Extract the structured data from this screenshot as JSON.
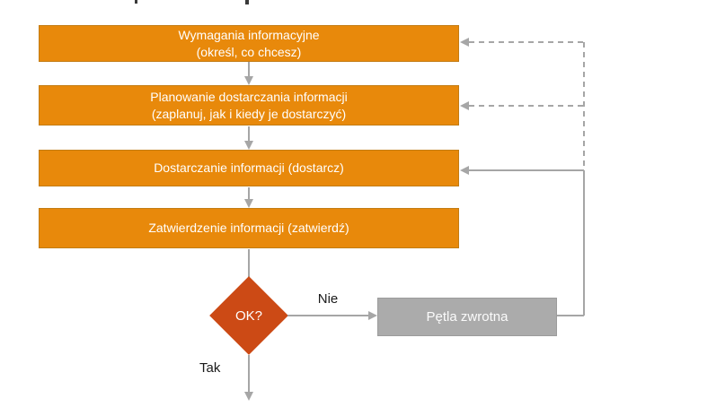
{
  "page": {
    "background": "#FFFFFF"
  },
  "colors": {
    "process_box": "#E8890B",
    "decision_diamond": "#CC4A15",
    "feedback_box": "#ABABAB",
    "connector": "#A6A6A6",
    "box_text": "#FFFFFF",
    "label_text": "#1A1A1A"
  },
  "flowchart": {
    "process_boxes": [
      {
        "lines": [
          "Wymagania informacyjne",
          "(określ, co chcesz)"
        ]
      },
      {
        "lines": [
          "Planowanie dostarczania informacji",
          "(zaplanuj, jak i kiedy je dostarczyć)"
        ]
      },
      {
        "lines": [
          "Dostarczanie informacji (dostarcz)"
        ]
      },
      {
        "lines": [
          "Zatwierdzenie informacji (zatwierdź)"
        ]
      }
    ],
    "decision": {
      "label": "OK?"
    },
    "feedback": {
      "label": "Pętla zwrotna"
    },
    "branch_labels": {
      "no": "Nie",
      "yes": "Tak"
    }
  }
}
